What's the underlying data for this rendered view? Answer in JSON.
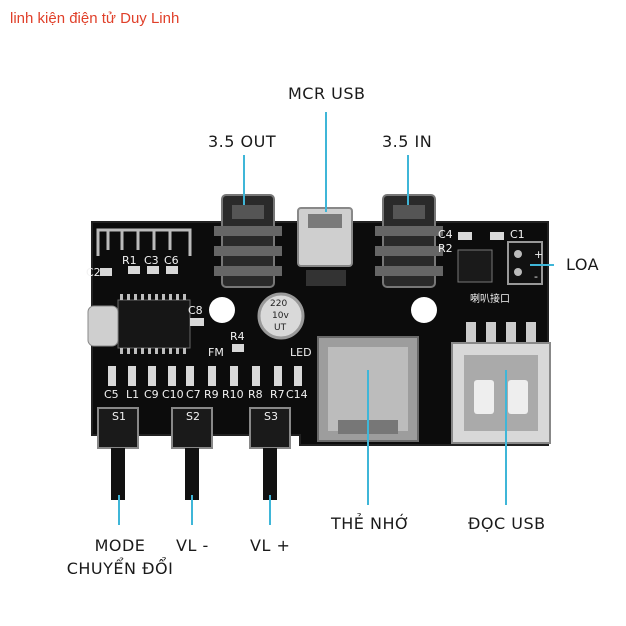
{
  "watermark": "linh kiện điện tử Duy Linh",
  "labels": {
    "mcr_usb": "MCR USB",
    "out_35": "3.5 OUT",
    "in_35": "3.5 IN",
    "loa": "LOA",
    "mode_line1": "MODE",
    "mode_line2": "CHUYỂN ĐỔI",
    "vl_minus": "VL -",
    "vl_plus": "VL +",
    "the_nho": "THẺ NHỚ",
    "doc_usb": "ĐỌC USB"
  },
  "silkscreen": {
    "r1": "R1",
    "c3": "C3",
    "c6": "C6",
    "c2": "C2",
    "c8": "C8",
    "r4": "R4",
    "fm": "FM",
    "led": "LED",
    "c4": "C4",
    "c1": "C1",
    "r2": "R2",
    "plus": "+",
    "minus": "-",
    "cap_line1": "220",
    "cap_line2": "10v",
    "cap_line3": "UT",
    "c5": "C5",
    "l1": "L1",
    "c9": "C9",
    "c10": "C10",
    "c7": "C7",
    "r9": "R9",
    "r10": "R10",
    "r8": "R8",
    "r7": "R7",
    "c14": "C14",
    "s1": "S1",
    "s2": "S2",
    "s3": "S3",
    "speaker_cn": "喇叭接口"
  },
  "colors": {
    "board": "#0b0b0b",
    "callout": "#3fb6d8",
    "watermark": "#e0402a"
  }
}
